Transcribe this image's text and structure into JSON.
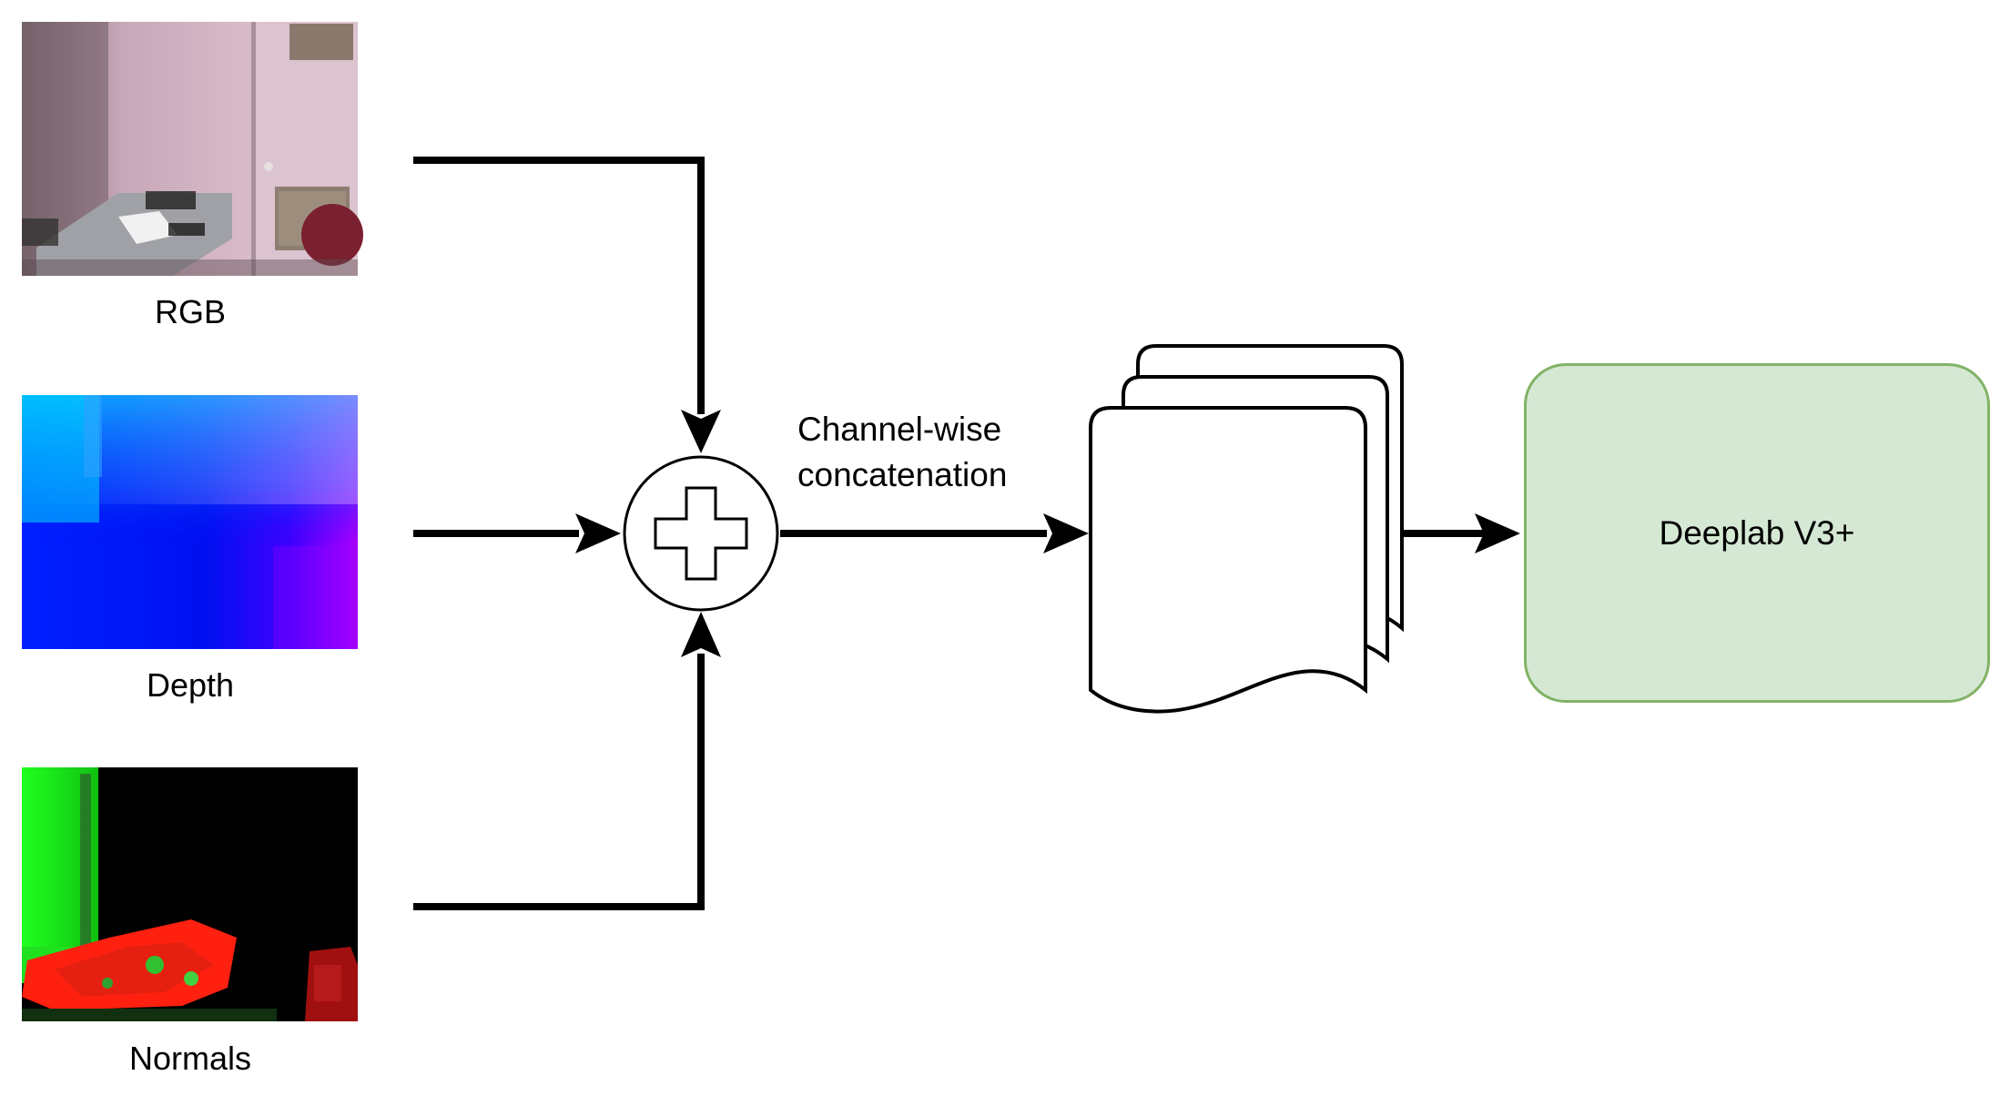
{
  "inputs": [
    {
      "label": "RGB",
      "icon": "rgb-image"
    },
    {
      "label": "Depth",
      "icon": "depth-map-image"
    },
    {
      "label": "Normals",
      "icon": "surface-normals-image"
    }
  ],
  "operation": {
    "icon": "plus-circle-icon",
    "label": "Channel-wise\nconcatenation"
  },
  "feature_stack": {
    "icon": "stacked-documents-icon"
  },
  "model": {
    "label": "Deeplab V3+",
    "fill": "#d5e8d4",
    "stroke": "#82b366"
  },
  "colors": {
    "line": "#000000",
    "background": "#ffffff"
  }
}
